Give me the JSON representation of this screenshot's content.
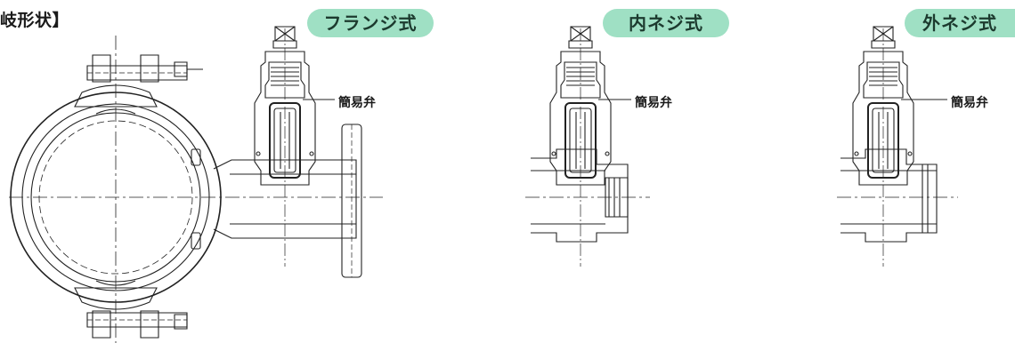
{
  "heading": "岐形状】",
  "variants": [
    {
      "label": "フランジ式"
    },
    {
      "label": "内ネジ式"
    },
    {
      "label": "外ネジ式"
    }
  ],
  "callout_label": "簡易弁"
}
